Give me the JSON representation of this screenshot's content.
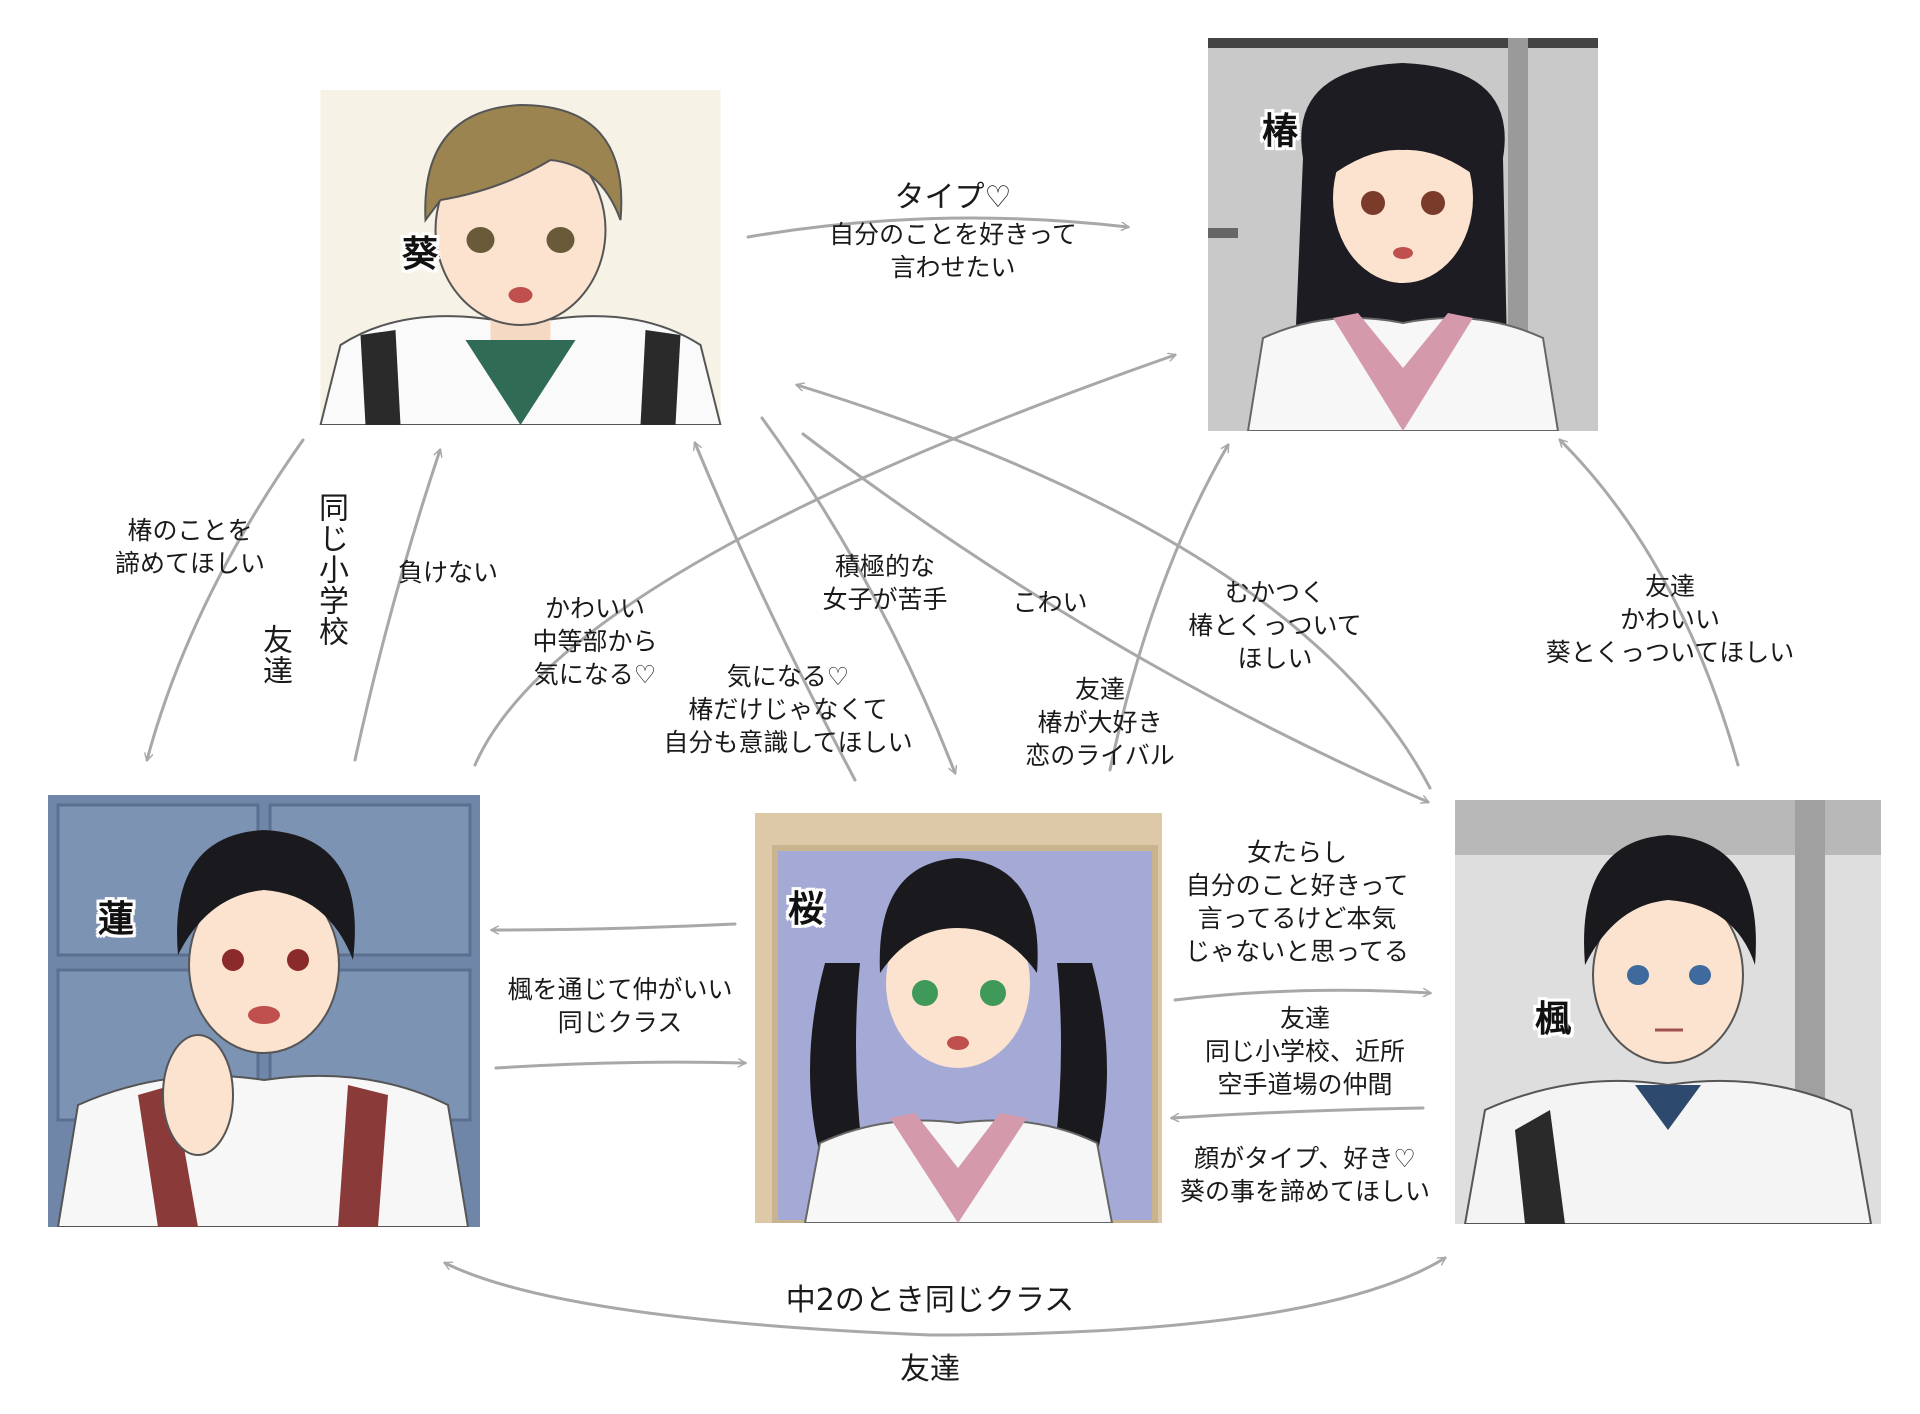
{
  "characters": {
    "aoi": {
      "name": "葵",
      "colors": {
        "hair": "#9b8450",
        "shirt": "#2f6b55",
        "bg": "#f7f2e6"
      }
    },
    "tsubaki": {
      "name": "椿",
      "colors": {
        "hair": "#1c1c22",
        "collar": "#d49aac",
        "bg": "#c9c9c9"
      }
    },
    "ren": {
      "name": "蓮",
      "colors": {
        "hair": "#1a1a1e",
        "strap": "#8b3a3a",
        "bg": "#6f86a8"
      }
    },
    "sakura": {
      "name": "桜",
      "colors": {
        "hair": "#1a1a1e",
        "collar": "#d49aac",
        "bg": "#a4a9d6"
      }
    },
    "kaede": {
      "name": "楓",
      "colors": {
        "hair": "#1a1a1e",
        "shirt": "#f4f4f4",
        "bg": "#dedede"
      }
    }
  },
  "relations": {
    "aoi_to_tsubaki": [
      "タイプ♡",
      "自分のことを好きって",
      "言わせたい"
    ],
    "aoi_to_ren": [
      "椿のことを",
      "諦めてほしい"
    ],
    "aoi_ren_mutual_1": "同じ小学校",
    "aoi_ren_mutual_2": "友達",
    "ren_to_aoi": [
      "負けない"
    ],
    "ren_to_tsubaki": [
      "かわいい",
      "中等部から",
      "気になる♡"
    ],
    "aoi_to_sakura": [
      "積極的な",
      "女子が苦手"
    ],
    "sakura_to_aoi": [
      "気になる♡",
      "椿だけじゃなくて",
      "自分も意識してほしい"
    ],
    "aoi_to_kaede": [
      "こわい"
    ],
    "kaede_to_tsubaki": [
      "友達",
      "椿が大好き",
      "恋のライバル"
    ],
    "tsubaki_to_kaede": [
      "むかつく",
      "椿とくっついて",
      "ほしい"
    ],
    "kaede_to_tsubaki_right": [
      "友達",
      "かわいい",
      "葵とくっついてほしい"
    ],
    "ren_sakura": [
      "楓を通じて仲がいい",
      "同じクラス"
    ],
    "sakura_to_kaede": [
      "女たらし",
      "自分のこと好きって",
      "言ってるけど本気",
      "じゃないと思ってる"
    ],
    "kaede_to_sakura_friend": [
      "友達",
      "同じ小学校、近所",
      "空手道場の仲間"
    ],
    "sakura_to_kaede_love": [
      "顔がタイプ、好き♡",
      "葵の事を諦めてほしい"
    ],
    "ren_kaede_class": "中2のとき同じクラス",
    "ren_kaede_friend": "友達"
  },
  "arrow_color": "#a8a8a8"
}
